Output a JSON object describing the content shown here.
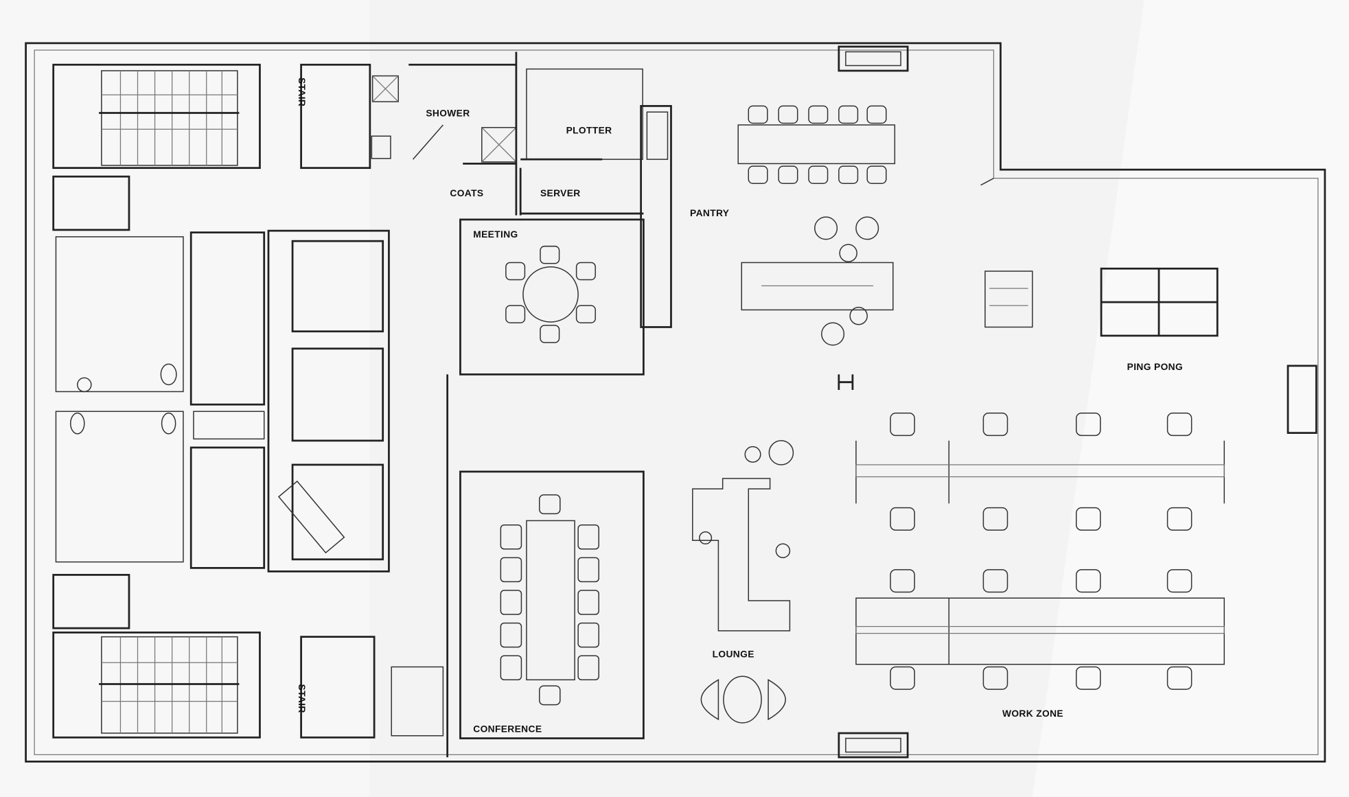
{
  "floor_plan": {
    "rooms": {
      "shower": "SHOWER",
      "plotter": "PLOTTER",
      "coats": "COATS",
      "server": "SERVER",
      "pantry": "PANTRY",
      "meeting": "MEETING",
      "conference": "CONFERENCE",
      "lounge": "LOUNGE",
      "work_zone": "WORK ZONE",
      "ping_pong": "PING PONG",
      "stair_top": "STAIR",
      "stair_bottom": "STAIR"
    },
    "colors": {
      "wall": "#222222",
      "room_highlight": "#d9d9d9",
      "background": "#f3f3f3"
    }
  }
}
